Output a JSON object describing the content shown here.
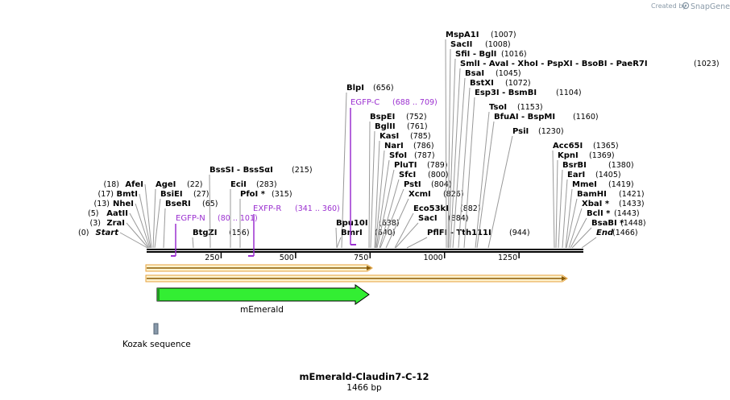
{
  "credit": {
    "prefix": "Created by",
    "brand": "SnapGene"
  },
  "sequence": {
    "name": "mEmerald-Claudin7-C-12",
    "length_label": "1466 bp",
    "length": 1466,
    "ticks": [
      250,
      500,
      750,
      1000,
      1250
    ]
  },
  "colors": {
    "primer": "#9b30d0",
    "orf_fill": "#fff3d0",
    "orf_border": "#e6a23c",
    "orf_line": "#8a5a00",
    "feature_fill": "#33ee33",
    "kozak_fill": "#8899aa"
  },
  "enzymes_left": [
    {
      "name": "Start",
      "pos": "(0)",
      "italic": true
    },
    {
      "name": "ZraI",
      "pos": "(3)"
    },
    {
      "name": "AatII",
      "pos": "(5)"
    },
    {
      "name": "NheI",
      "pos": "(13)"
    },
    {
      "name": "BmtI",
      "pos": "(17)"
    },
    {
      "name": "AfeI",
      "pos": "(18)"
    }
  ],
  "enzymes": [
    {
      "name": "AgeI",
      "pos": "(22)"
    },
    {
      "name": "BsiEI",
      "pos": "(27)"
    },
    {
      "name": "BseRI",
      "pos": "(65)"
    },
    {
      "name": "BtgZI",
      "pos": "(156)"
    },
    {
      "name": "BssSI  - BssSαI",
      "pos": "(215)"
    },
    {
      "name": "EciI",
      "pos": "(283)"
    },
    {
      "name": "PfoI *",
      "pos": "(315)"
    },
    {
      "name": "BlpI",
      "pos": "(656)"
    },
    {
      "name": "Bpu10I",
      "pos": "(638)"
    },
    {
      "name": "BmrI",
      "pos": "(640)"
    },
    {
      "name": "BspEI",
      "pos": "(752)"
    },
    {
      "name": "BglII",
      "pos": "(761)"
    },
    {
      "name": "KasI",
      "pos": "(785)"
    },
    {
      "name": "NarI",
      "pos": "(786)"
    },
    {
      "name": "SfoI",
      "pos": "(787)"
    },
    {
      "name": "PluTI",
      "pos": "(789)"
    },
    {
      "name": "SfcI",
      "pos": "(800)"
    },
    {
      "name": "PstI",
      "pos": "(804)"
    },
    {
      "name": "XcmI",
      "pos": "(826)"
    },
    {
      "name": "Eco53kI",
      "pos": "(882)"
    },
    {
      "name": "SacI",
      "pos": "(884)"
    },
    {
      "name": "PflFI  - Tth111I",
      "pos": "(944)"
    },
    {
      "name": "MspA1I",
      "pos": "(1007)"
    },
    {
      "name": "SacII",
      "pos": "(1008)"
    },
    {
      "name": "SfiI  - BglI",
      "pos": "(1016)"
    },
    {
      "name": "SmlI  - AvaI  - XhoI  - PspXI  - BsoBI  - PaeR7I",
      "pos": "(1023)"
    },
    {
      "name": "BsaI",
      "pos": "(1045)"
    },
    {
      "name": "BstXI",
      "pos": "(1072)"
    },
    {
      "name": "Esp3I  - BsmBI",
      "pos": "(1104)"
    },
    {
      "name": "TsoI",
      "pos": "(1153)"
    },
    {
      "name": "BfuAI  - BspMI",
      "pos": "(1160)"
    },
    {
      "name": "PsiI",
      "pos": "(1230)"
    },
    {
      "name": "Acc65I",
      "pos": "(1365)"
    },
    {
      "name": "KpnI",
      "pos": "(1369)"
    },
    {
      "name": "BsrBI",
      "pos": "(1380)"
    },
    {
      "name": "EarI",
      "pos": "(1405)"
    },
    {
      "name": "MmeI",
      "pos": "(1419)"
    },
    {
      "name": "BamHI",
      "pos": "(1421)"
    },
    {
      "name": "XbaI *",
      "pos": "(1433)"
    },
    {
      "name": "BclI *",
      "pos": "(1443)"
    },
    {
      "name": "BsaBI *",
      "pos": "(1448)"
    },
    {
      "name": "End",
      "pos": "(1466)",
      "italic": true
    }
  ],
  "primers": [
    {
      "name": "EGFP-N",
      "range": "(80 .. 101)",
      "start": 80,
      "end": 101
    },
    {
      "name": "EXFP-R",
      "range": "(341 .. 360)",
      "start": 341,
      "end": 360
    },
    {
      "name": "EGFP-C",
      "range": "(688 .. 709)",
      "start": 688,
      "end": 709
    }
  ],
  "orfs": [
    {
      "start": 1,
      "end": 768
    },
    {
      "start": 1,
      "end": 1440
    }
  ],
  "features": [
    {
      "name": "mEmerald",
      "start": 40,
      "end": 760
    },
    {
      "name": "Kozak sequence",
      "start": 28,
      "end": 37
    }
  ]
}
